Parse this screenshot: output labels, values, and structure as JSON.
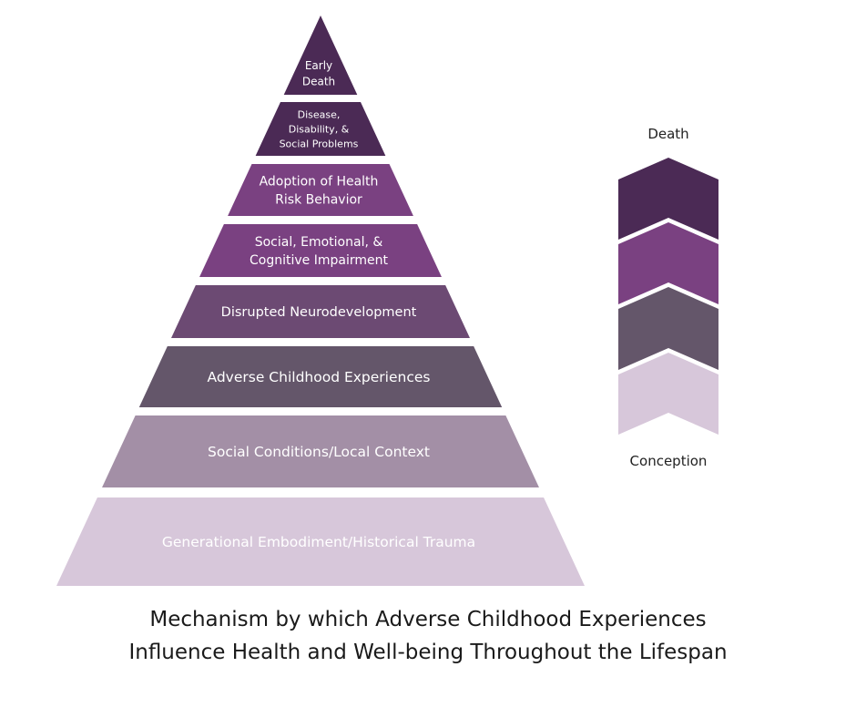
{
  "pyramid": {
    "tiers": [
      {
        "lines": [
          "Early",
          "Death"
        ],
        "color": "#4b2a55"
      },
      {
        "lines": [
          "Disease,",
          "Disability, &",
          "Social Problems"
        ],
        "color": "#4b2a55"
      },
      {
        "lines": [
          "Adoption of Health",
          "Risk Behavior"
        ],
        "color": "#7a4181"
      },
      {
        "lines": [
          "Social, Emotional, &",
          "Cognitive Impairment"
        ],
        "color": "#7a4181"
      },
      {
        "lines": [
          "Disrupted Neurodevelopment"
        ],
        "color": "#6c4a73"
      },
      {
        "lines": [
          "Adverse Childhood Experiences"
        ],
        "color": "#64566a"
      },
      {
        "lines": [
          "Social Conditions/Local Context"
        ],
        "color": "#a38fa6"
      },
      {
        "lines": [
          "Generational Embodiment/Historical Trauma"
        ],
        "color": "#d7c7da"
      }
    ]
  },
  "lifespan_arrow": {
    "top_label": "Death",
    "bottom_label": "Conception",
    "segment_colors": [
      "#4b2a55",
      "#7a4181",
      "#64566a",
      "#d7c7da"
    ]
  },
  "caption": {
    "line1": "Mechanism by which Adverse Childhood Experiences",
    "line2": "Influence Health and Well-being Throughout the Lifespan"
  }
}
